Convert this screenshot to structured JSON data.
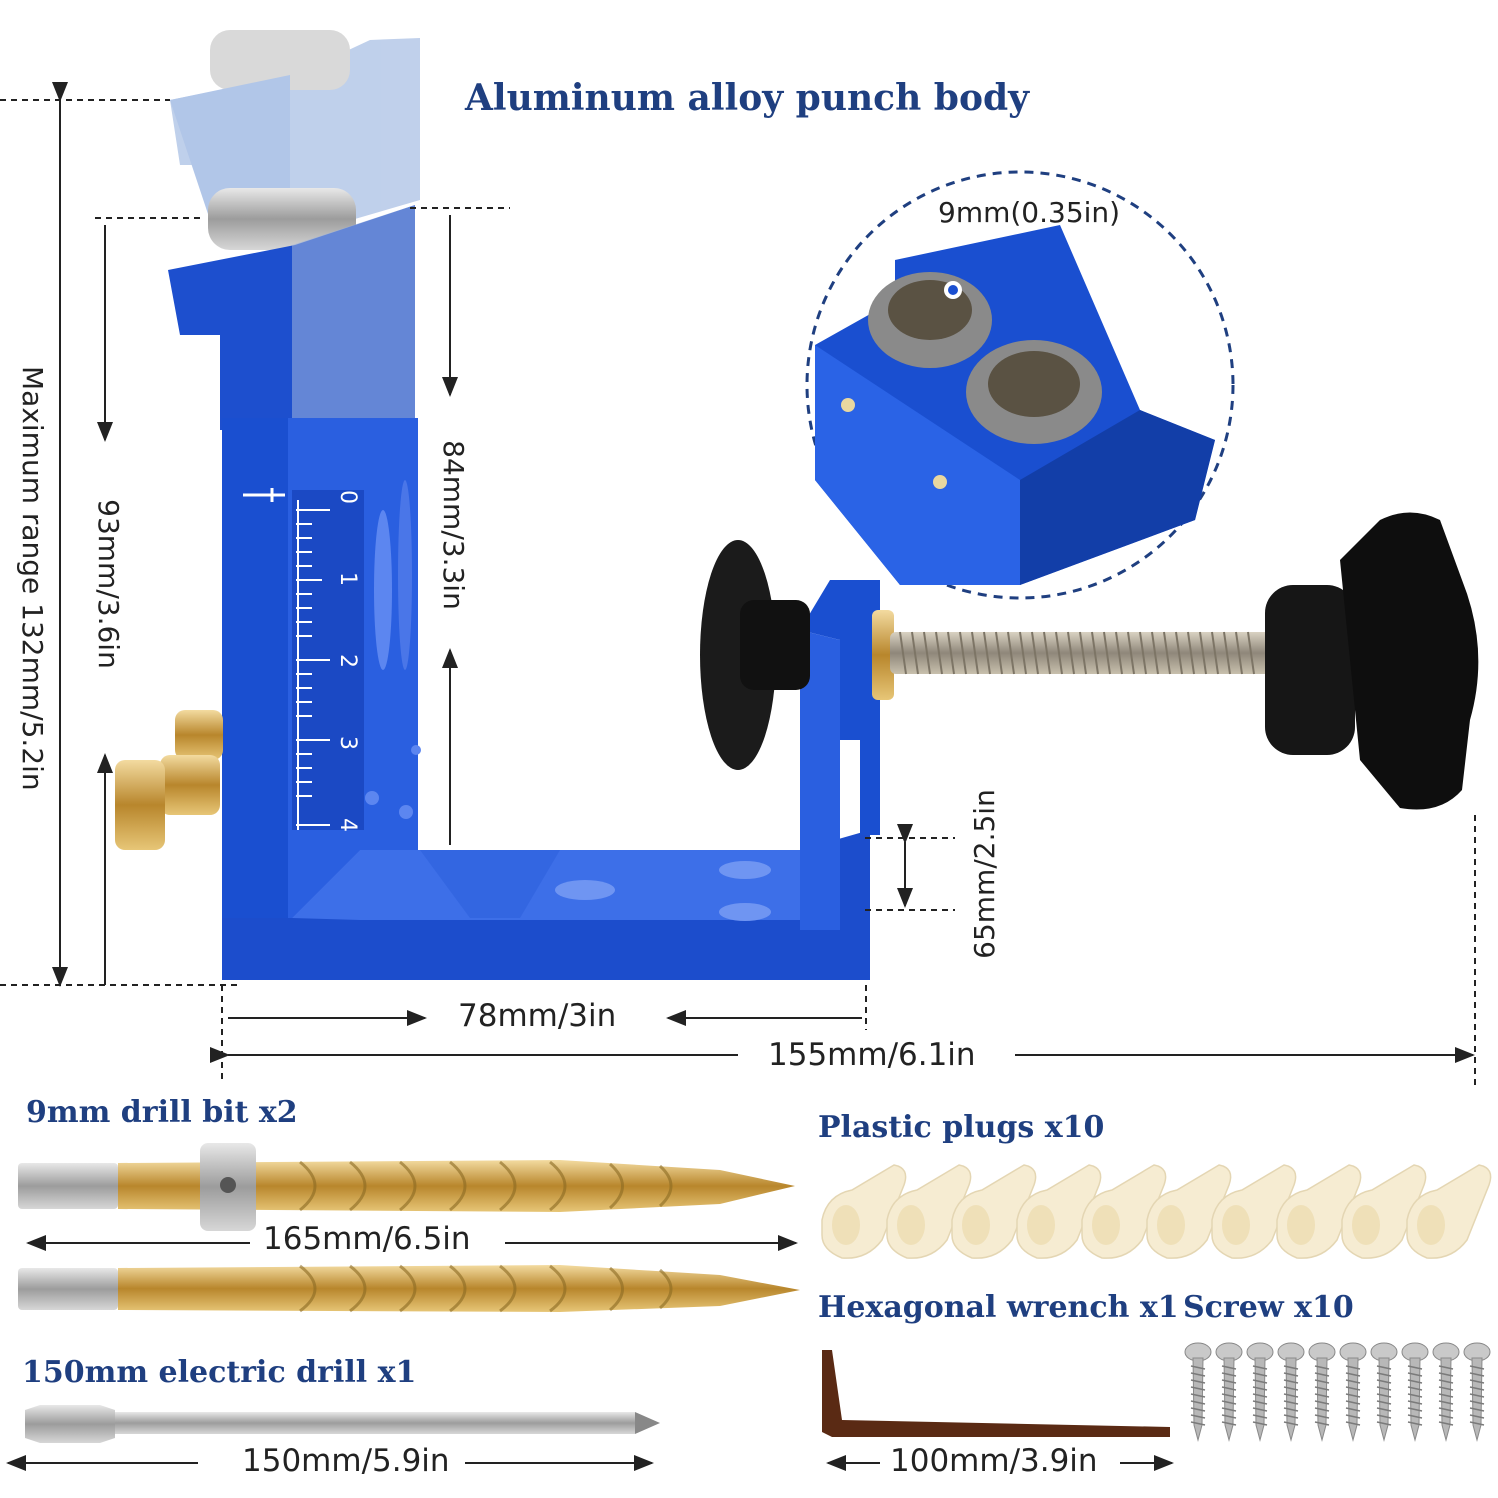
{
  "headings": {
    "body": "Aluminum alloy punch body",
    "drill_bit": "9mm drill bit x2",
    "plugs": "Plastic plugs x10",
    "wrench": "Hexagonal wrench x1",
    "screws": "Screw x10",
    "electric_drill": "150mm electric drill x1"
  },
  "dimensions": {
    "max_range": "Maximum range 132mm/5.2in",
    "height_93": "93mm/3.6in",
    "height_84": "84mm/3.3in",
    "hole": "9mm(0.35in)",
    "clamp_65": "65mm/2.5in",
    "width_78": "78mm/3in",
    "width_155": "155mm/6.1in",
    "bit_length": "165mm/6.5in",
    "drill_length": "150mm/5.9in",
    "wrench_length": "100mm/3.9in"
  },
  "scale_marks": [
    "0",
    "1",
    "2",
    "3",
    "4"
  ],
  "counts": {
    "plugs": 10,
    "screws": 10
  },
  "colors": {
    "jig_blue": "#1a4fd0",
    "jig_dark": "#0d2f8f",
    "ghost_blue": "#a9c0e6",
    "brass": "#d4a53a",
    "drill_gold": "#c9a04a",
    "plug": "#f6ecd2",
    "heading": "#1f3f80"
  }
}
